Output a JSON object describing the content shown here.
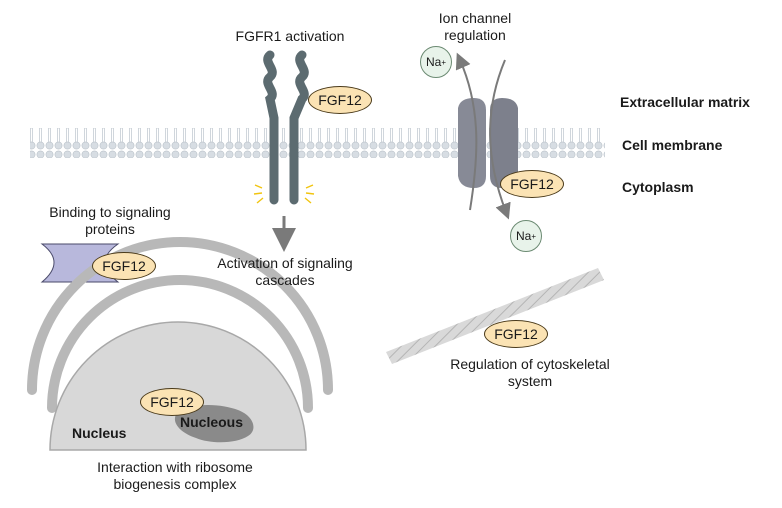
{
  "layers": {
    "extracellular": "Extracellular matrix",
    "membrane": "Cell membrane",
    "cytoplasm": "Cytoplasm"
  },
  "fgfr1": {
    "title": "FGFR1 activation",
    "cascade_line1": "Activation of signaling",
    "cascade_line2": "cascades"
  },
  "ion_channel": {
    "title_line1": "Ion channel",
    "title_line2": "regulation",
    "ion_symbol": "Na",
    "ion_charge": "+"
  },
  "signaling": {
    "line1": "Binding to signaling",
    "line2": "proteins"
  },
  "cytoskeleton": {
    "line1": "Regulation of cytoskeletal",
    "line2": "system"
  },
  "nucleus": {
    "nucleus_label": "Nucleus",
    "nucleolus_label": "Nucleous",
    "caption_line1": "Interaction with ribosome",
    "caption_line2": "biogenesis complex"
  },
  "protein": "FGF12",
  "colors": {
    "membrane": "#d2d8de",
    "receptor": "#5c6b70",
    "channel": "#878a96",
    "fgf12_fill": "#fbe3b4",
    "binding_protein": "#b8b8dc",
    "nucleus": "#d8d8d8",
    "nucleolus": "#8a8a8a",
    "ion_fill": "#e8f3ea"
  }
}
